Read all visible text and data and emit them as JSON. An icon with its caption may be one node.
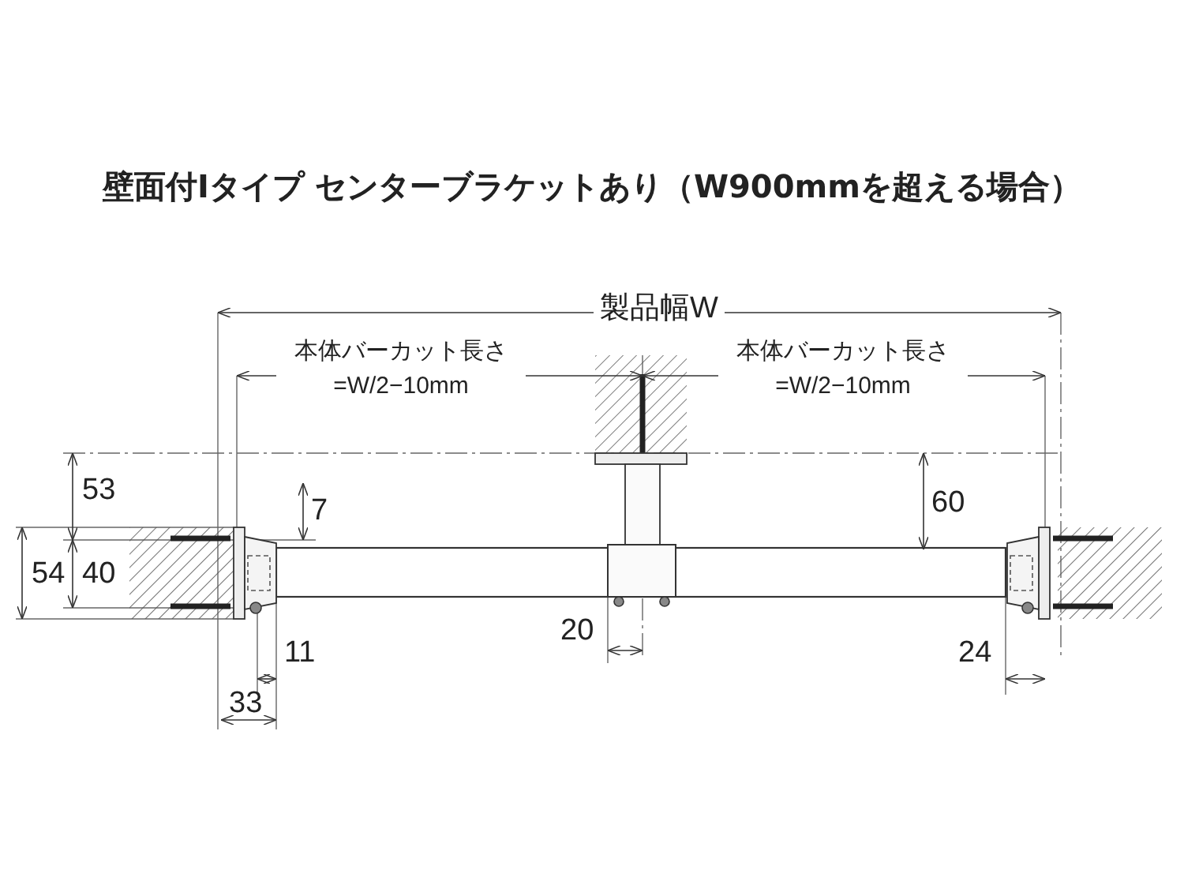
{
  "diagram": {
    "title": "壁面付Iタイプ センターブラケットあり（W900mmを超える場合）",
    "labels": [
      "製品幅W",
      "本体バーカット長さ=W/2−10mm",
      "本体バーカット長さ=W/2−10mm",
      "53",
      "7",
      "60",
      "54",
      "40",
      "20",
      "11",
      "24",
      "33"
    ]
  }
}
